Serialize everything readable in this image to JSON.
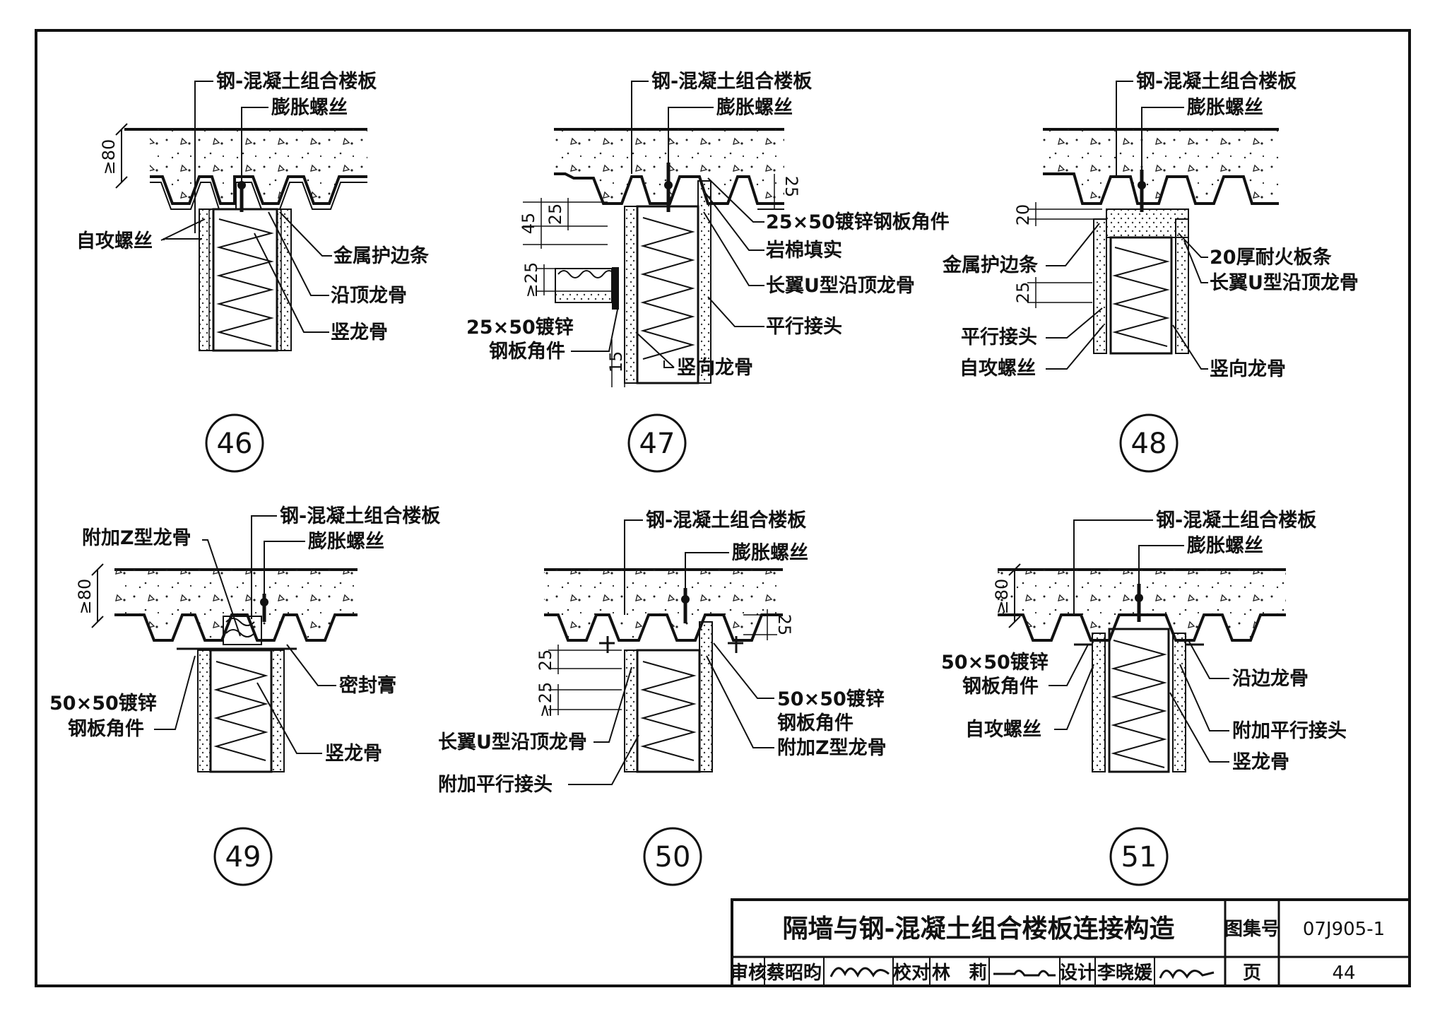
{
  "details": [
    {
      "number": "46",
      "labels": {
        "slab": "钢-混凝土组合楼板",
        "anchor": "膨胀螺丝",
        "screw": "自攻螺丝",
        "edge": "金属护边条",
        "top_track": "沿顶龙骨",
        "stud": "竖龙骨"
      },
      "dims": {
        "slab_thk": "≥80"
      }
    },
    {
      "number": "47",
      "labels": {
        "slab": "钢-混凝土组合楼板",
        "anchor": "膨胀螺丝",
        "angle_right": "25×50镀锌钢板角件",
        "fill": "岩棉填实",
        "top_track": "长翼U型沿顶龙骨",
        "joint": "平行接头",
        "angle_left_1": "25×50镀锌",
        "angle_left_2": "钢板角件",
        "stud": "竖向龙骨"
      },
      "dims": {
        "d1": "45",
        "d2": "25",
        "d3": "≥25",
        "d4": "25",
        "d5": "15"
      }
    },
    {
      "number": "48",
      "labels": {
        "slab": "钢-混凝土组合楼板",
        "anchor": "膨胀螺丝",
        "edge": "金属护边条",
        "board": "20厚耐火板条",
        "top_track": "长翼U型沿顶龙骨",
        "joint": "平行接头",
        "screw": "自攻螺丝",
        "stud": "竖向龙骨"
      },
      "dims": {
        "d1": "20",
        "d2": "25"
      }
    },
    {
      "number": "49",
      "labels": {
        "z_stud": "附加Z型龙骨",
        "slab": "钢-混凝土组合楼板",
        "anchor": "膨胀螺丝",
        "sealant": "密封膏",
        "angle_1": "50×50镀锌",
        "angle_2": "钢板角件",
        "stud": "竖龙骨"
      },
      "dims": {
        "slab_thk": "≥80"
      }
    },
    {
      "number": "50",
      "labels": {
        "slab": "钢-混凝土组合楼板",
        "anchor": "膨胀螺丝",
        "angle_1": "50×50镀锌",
        "angle_2": "钢板角件",
        "z_stud": "附加Z型龙骨",
        "top_track": "长翼U型沿顶龙骨",
        "joint": "附加平行接头"
      },
      "dims": {
        "d1": "25",
        "d2": "25",
        "d3": "≥25"
      }
    },
    {
      "number": "51",
      "labels": {
        "slab": "钢-混凝土组合楼板",
        "anchor": "膨胀螺丝",
        "angle_1": "50×50镀锌",
        "angle_2": "钢板角件",
        "edge_stud": "沿边龙骨",
        "screw": "自攻螺丝",
        "joint": "附加平行接头",
        "stud": "竖龙骨"
      },
      "dims": {
        "slab_thk": "≥80"
      }
    }
  ],
  "title_block": {
    "title": "隔墙与钢-混凝土组合楼板连接构造",
    "atlas_label": "图集号",
    "atlas_no": "07J905-1",
    "review_label": "审核",
    "reviewer": "蔡昭昀",
    "check_label": "校对",
    "checker": "林　莉",
    "design_label": "设计",
    "designer": "李晓媛",
    "page_label": "页",
    "page_no": "44"
  }
}
